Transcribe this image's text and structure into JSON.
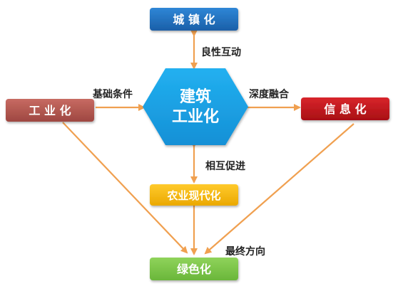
{
  "nodes": {
    "center_line1": "建筑",
    "center_line2": "工业化",
    "urbanization": "城 镇 化",
    "industrialization": "工 业 化",
    "informatization": "信 息 化",
    "agri_modernization": "农业现代化",
    "greening": "绿色化"
  },
  "edges": {
    "top": "良性互动",
    "left": "基础条件",
    "right": "深度融合",
    "bottom": "相互促进",
    "final": "最终方向"
  },
  "colors": {
    "center": "#1aa3e8",
    "urbanization": "#1f6db8",
    "industrialization": "#b5564f",
    "informatization": "#c9141c",
    "agri_modernization": "#f5b80e",
    "greening": "#7ec64a",
    "arrow": "#f0a050"
  }
}
